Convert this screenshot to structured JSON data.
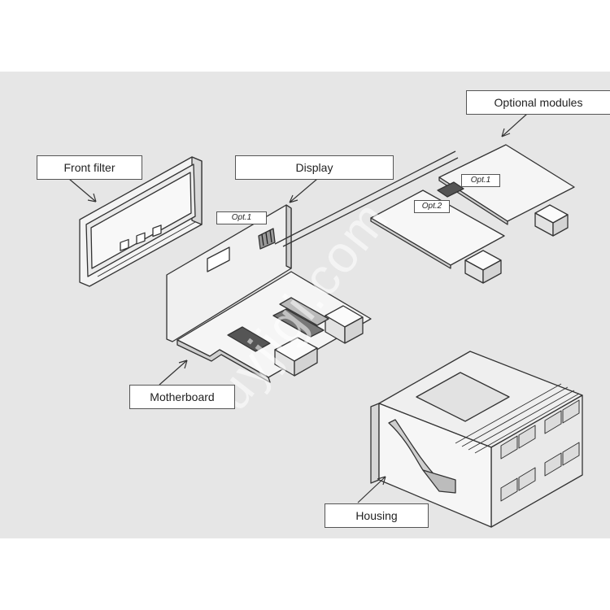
{
  "labels": {
    "front_filter": "Front filter",
    "display": "Display",
    "optional_modules": "Optional modules",
    "motherboard": "Motherboard",
    "housing": "Housing"
  },
  "tags": {
    "display_opt1": "Opt.1",
    "module_opt1": "Opt.1",
    "module_opt2": "Opt.2"
  },
  "watermark": "uyjigi.com",
  "colors": {
    "background_panel": "#e6e6e6",
    "line": "#333333",
    "callout_fill": "#ffffff"
  }
}
